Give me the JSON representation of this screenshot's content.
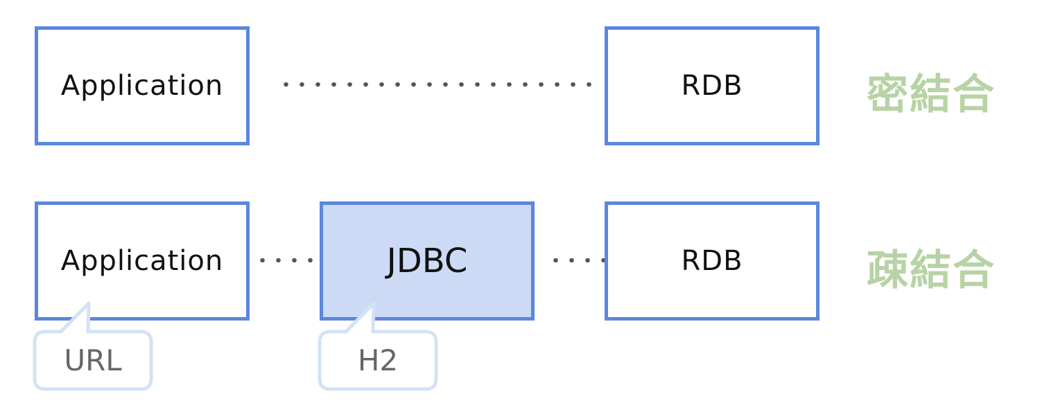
{
  "diagram": {
    "tight_row": {
      "application_label": "Application",
      "rdb_label": "RDB",
      "coupling_label": "密結合"
    },
    "loose_row": {
      "application_label": "Application",
      "jdbc_label": "JDBC",
      "rdb_label": "RDB",
      "coupling_label": "疎結合"
    },
    "callouts": {
      "url_label": "URL",
      "h2_label": "H2"
    }
  },
  "colors": {
    "box_border": "#5b87dd",
    "jdbc_fill": "#ccdaf5",
    "coupling_text": "#b7d3a5",
    "connector_dots": "#555555",
    "callout_border": "#d3e2f4",
    "callout_text": "#666666"
  }
}
